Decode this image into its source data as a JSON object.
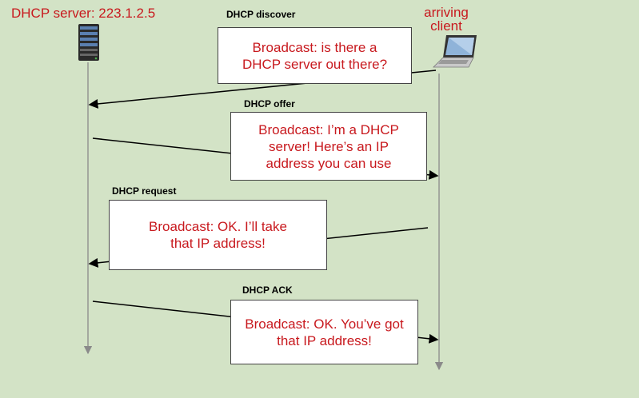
{
  "server": {
    "label": "DHCP server: 223.1.2.5"
  },
  "client": {
    "label_line1": "arriving",
    "label_line2": "client"
  },
  "messages": {
    "discover": {
      "label": "DHCP discover",
      "text": "Broadcast: is there a DHCP server out there?"
    },
    "offer": {
      "label": "DHCP offer",
      "text": "Broadcast: I’m a DHCP server! Here’s an IP address you can use"
    },
    "request": {
      "label": "DHCP request",
      "text": "Broadcast: OK.  I’ll take that IP address!"
    },
    "ack": {
      "label": "DHCP ACK",
      "text": "Broadcast: OK.  You’ve got that IP address!"
    }
  },
  "colors": {
    "background": "#d3e3c6",
    "text_accent": "#c8191e",
    "timeline": "#8a8a8a"
  },
  "icons": {
    "server": "server-tower-icon",
    "client": "laptop-icon"
  }
}
